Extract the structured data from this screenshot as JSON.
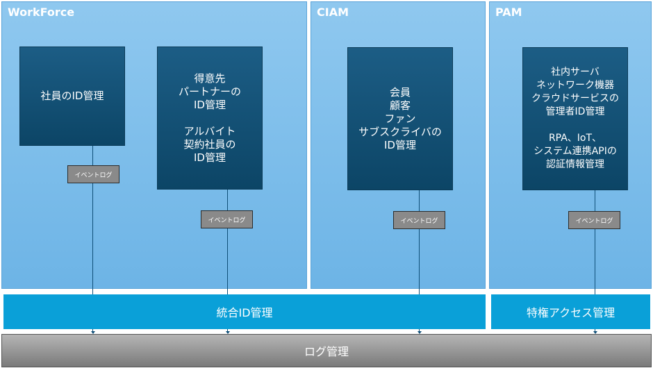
{
  "panels": {
    "workforce": "WorkForce",
    "ciam": "CIAM",
    "pam": "PAM"
  },
  "boxes": {
    "employee": [
      "社員のID管理"
    ],
    "partner_a": [
      "得意先",
      "パートナーの",
      "ID管理"
    ],
    "partner_b": [
      "アルバイト",
      "契約社員の",
      "ID管理"
    ],
    "ciam": [
      "会員",
      "顧客",
      "ファン",
      "サブスクライバの",
      "ID管理"
    ],
    "pam_a": [
      "社内サーバ",
      "ネットワーク機器",
      "クラウドサービスの",
      "管理者ID管理"
    ],
    "pam_b": [
      "RPA、IoT、",
      "システム連携APIの",
      "認証情報管理"
    ]
  },
  "event_log_label": "イベントログ",
  "bars": {
    "integrated": "統合ID管理",
    "privileged": "特権アクセス管理",
    "log": "ログ管理"
  },
  "colors": {
    "panel": "#7dbdea",
    "box": "#135274",
    "bar": "#0aa0d8",
    "log_bar": "#959595"
  }
}
